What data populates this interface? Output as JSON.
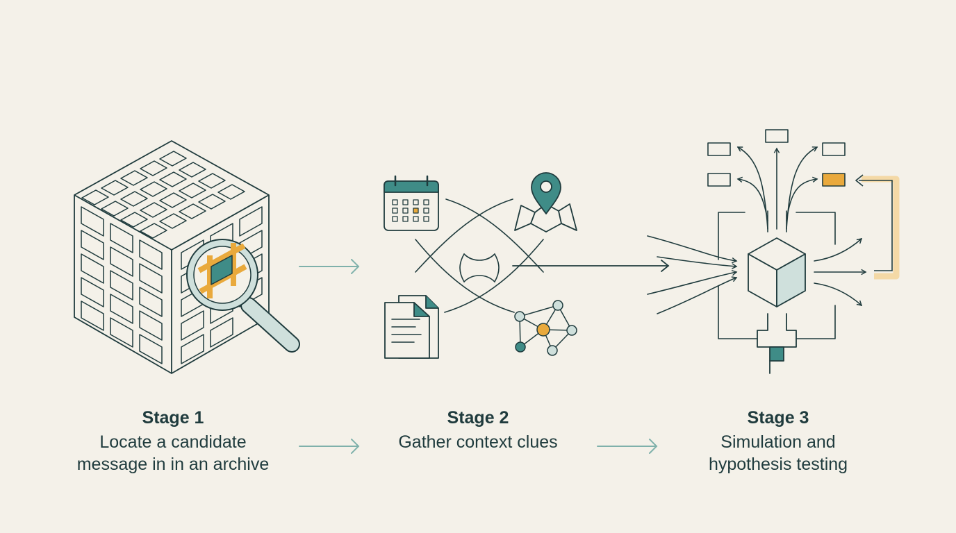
{
  "stages": [
    {
      "title": "Stage 1",
      "description": "Locate a candidate\nmessage in in an archive",
      "icon": "archive-cube-magnifier-icon"
    },
    {
      "title": "Stage 2",
      "description": "Gather context clues",
      "icon": "context-clues-icon"
    },
    {
      "title": "Stage 3",
      "description": "Simulation and\nhypothesis testing",
      "icon": "simulation-branching-icon"
    }
  ],
  "colors": {
    "background": "#f4f1e9",
    "line": "#1f3b3d",
    "teal": "#3f8c87",
    "teal_light": "#cfe0dc",
    "amber": "#e9a93c",
    "arrow": "#7fb1ab"
  }
}
